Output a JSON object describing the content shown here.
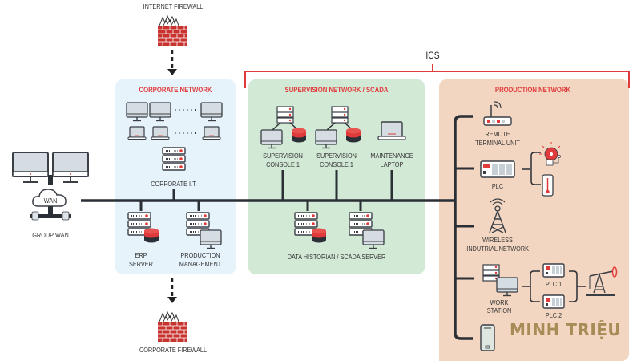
{
  "title": "ICS network architecture",
  "colors": {
    "accent_red": "#e03a3a",
    "corporate_bg": "#e6f3fb",
    "supervision_bg": "#d2e9d6",
    "production_bg": "#f3d6c1",
    "bus_line": "#2b2f36",
    "watermark": "#a88c58"
  },
  "ics_bracket": {
    "label": "ICS"
  },
  "internet_firewall": {
    "label": "INTERNET FIREWALL",
    "icon": "firewall-icon"
  },
  "corporate_firewall": {
    "label": "CORPORATE FIREWALL",
    "icon": "firewall-icon"
  },
  "group_wan": {
    "label": "GROUP WAN",
    "cloud_label": "WAN",
    "icon": "cloud-icon"
  },
  "zones": {
    "corporate": {
      "title": "CORPORATE NETWORK",
      "nodes": [
        {
          "label": "CORPORATE I.T.",
          "icon": "server-rack-icon"
        },
        {
          "label_line1": "ERP",
          "label_line2": "SERVER",
          "icon": "database-server-icon"
        },
        {
          "label_line1": "PRODUCTION",
          "label_line2": "MANAGEMENT",
          "icon": "server-monitor-icon"
        }
      ]
    },
    "supervision": {
      "title": "SUPERVISION NETWORK / SCADA",
      "nodes": [
        {
          "label_line1": "SUPERVISION",
          "label_line2": "CONSOLE 1",
          "icon": "console-icon"
        },
        {
          "label_line1": "SUPERVISION",
          "label_line2": "CONSOLE 1",
          "icon": "console-icon"
        },
        {
          "label_line1": "MAINTENANCE",
          "label_line2": "LAPTOP",
          "icon": "laptop-icon"
        },
        {
          "label": "DATA HISTORIAN / SCADA SERVER",
          "icon": "server-rack-icon"
        }
      ]
    },
    "production": {
      "title": "PRODUCTION NETWORK",
      "nodes": [
        {
          "label_line1": "REMOTE",
          "label_line2": "TERMINAL UNIT",
          "icon": "router-icon"
        },
        {
          "label": "PLC",
          "icon": "plc-icon"
        },
        {
          "label_line1": "WIRELESS",
          "label_line2": "INDUTRIAL NETWORK",
          "icon": "antenna-tower-icon"
        },
        {
          "label_line1": "WORK",
          "label_line2": "STATION",
          "icon": "server-monitor-icon"
        },
        {
          "label": "PLC 1",
          "icon": "plc-icon"
        },
        {
          "label": "PLC 2",
          "icon": "plc-icon"
        },
        {
          "label": "",
          "icon": "alarm-bell-icon"
        },
        {
          "label": "",
          "icon": "thermometer-icon"
        },
        {
          "label": "",
          "icon": "oil-pump-icon"
        },
        {
          "label": "",
          "icon": "smartphone-icon"
        }
      ]
    }
  },
  "watermark": {
    "text": "MINH TRIỆU"
  }
}
